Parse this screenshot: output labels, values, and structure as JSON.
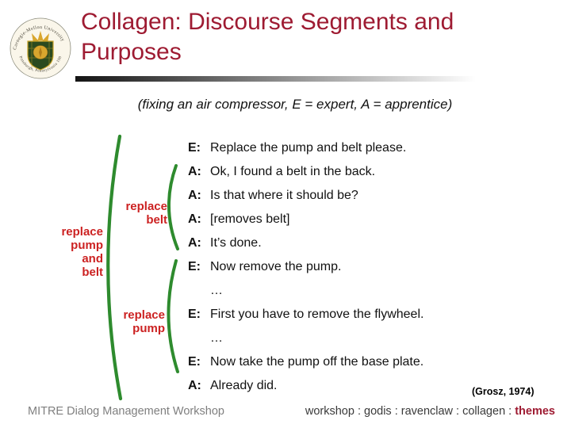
{
  "colors": {
    "title_red": "#9E1B32",
    "label_red": "#CC2222",
    "bracket_green": "#2E8B2E",
    "footer_gray": "#7F7F7F",
    "footer_dark": "#3A3A3A"
  },
  "logo": {
    "name": "Carnegie Mellon University seal",
    "arc_top": "Carnegie-Mellon University",
    "arc_bottom": "Pittsburgh, Pennsylvania 1900"
  },
  "header": {
    "title": "Collagen: Discourse Segments and Purposes"
  },
  "subtitle": "(fixing an air compressor, E = expert, A = apprentice)",
  "dialog": {
    "lines": [
      {
        "speaker": "E:",
        "text": "Replace the pump and belt please."
      },
      {
        "speaker": "A:",
        "text": "Ok, I found a belt in the back."
      },
      {
        "speaker": "A:",
        "text": "Is that where it should be?"
      },
      {
        "speaker": "A:",
        "text": "[removes belt]"
      },
      {
        "speaker": "A:",
        "text": "It’s done."
      },
      {
        "speaker": "E:",
        "text": "Now remove the pump."
      },
      {
        "speaker": "",
        "text": "…"
      },
      {
        "speaker": "E:",
        "text": "First you have to remove the flywheel."
      },
      {
        "speaker": "",
        "text": "…"
      },
      {
        "speaker": "E:",
        "text": "Now take the pump off the base plate."
      },
      {
        "speaker": "A:",
        "text": "Already did."
      }
    ]
  },
  "segments": {
    "outer": "replace\npump\nand\nbelt",
    "belt": "replace\nbelt",
    "pump": "replace\npump"
  },
  "citation": "(Grosz, 1974)",
  "footer": {
    "left": "MITRE Dialog Management Workshop",
    "right_prefix": "workshop : godis : ravenclaw : collagen : ",
    "right_highlight": "themes"
  }
}
